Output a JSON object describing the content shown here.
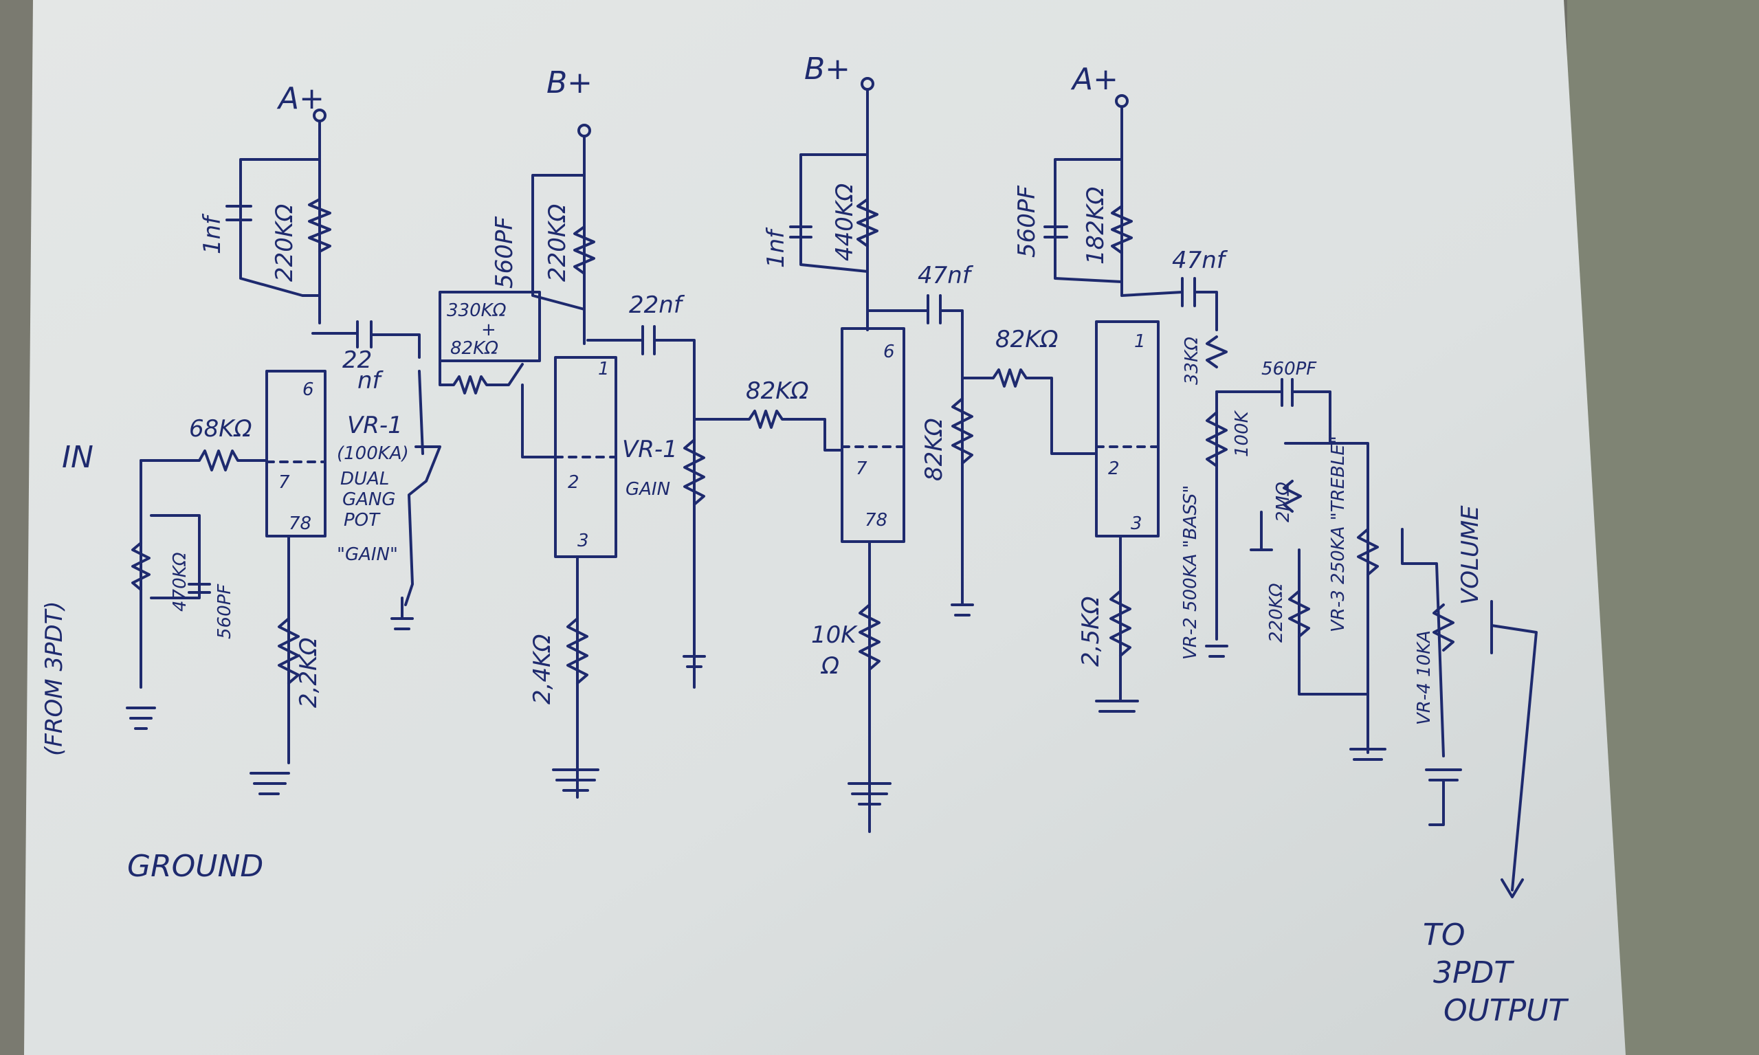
{
  "labels": {
    "input": "IN",
    "from_3pdt": "(FROM 3PDT)",
    "ground": "GROUND",
    "to": "TO",
    "out_3pdt": "3PDT",
    "output": "OUTPUT",
    "rail_a1": "A+",
    "rail_b1": "B+",
    "rail_b2": "B+",
    "rail_a2": "A+",
    "r_68k": "68KΩ",
    "r_470k": "470KΩ",
    "c_560pf_in": "560PF",
    "c_1nf_1": "1nf",
    "r_220k_1": "220KΩ",
    "r_2k2": "2,2KΩ",
    "c_22nf_1a": "22",
    "c_22nf_1b": "nf",
    "vr1_a": "VR-1",
    "vr1_b": "(100KA)",
    "vr1_c": "DUAL",
    "vr1_d": "GANG",
    "vr1_e": "POT",
    "vr1_f": "\"GAIN\"",
    "r_330k": "330KΩ",
    "plus": "+",
    "r_82k_a": "82KΩ",
    "c_560pf_2": "560PF",
    "r_220k_2": "220KΩ",
    "c_22nf_2": "22nf",
    "vr1_gain_a": "VR-1",
    "vr1_gain_b": "GAIN",
    "r_2k4": "2,4KΩ",
    "r_82k_b": "82KΩ",
    "c_1nf_2": "1nf",
    "r_440k": "440KΩ",
    "c_47nf_1": "47nf",
    "r_82k_c": "82KΩ",
    "r_10k_a": "10K",
    "r_10k_b": "Ω",
    "r_82k_d": "82KΩ",
    "c_560pf_3": "560PF",
    "r_182k": "182KΩ",
    "c_47nf_2": "47nf",
    "r_2k5": "2,5KΩ",
    "r_33k": "33KΩ",
    "c_560pf_4": "560PF",
    "r_100k": "100K",
    "vr2": "VR-2 500KA \"BASS\"",
    "r_2m": "2MΩ",
    "vr3": "VR-3 250KA \"TREBLE\"",
    "r_220k_3": "220KΩ",
    "vr4": "VR-4 10KA",
    "volume": "VOLUME"
  },
  "ic_pins": {
    "u1_a": "6",
    "u1_b": "7",
    "u1_c": "78",
    "u2_a": "1",
    "u2_b": "2",
    "u2_c": "3",
    "u3_a": "6",
    "u3_b": "7",
    "u3_c": "78",
    "u4_a": "1",
    "u4_b": "2",
    "u4_c": "3"
  },
  "colors": {
    "ink": "#1e2a6e",
    "paper": "#dfe3e3",
    "background": "#6f7067"
  }
}
